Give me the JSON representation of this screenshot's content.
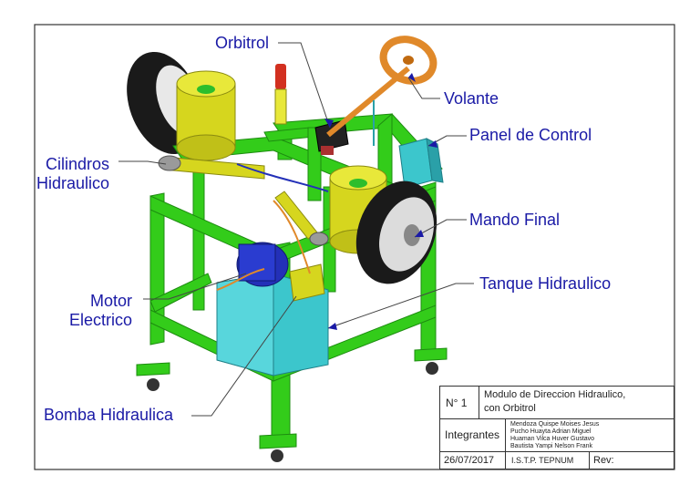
{
  "labels": {
    "orbitrol": "Orbitrol",
    "volante": "Volante",
    "panel_control": "Panel de Control",
    "cilindros_line1": "Cilindros",
    "cilindros_line2": "Hidraulico",
    "mando_final": "Mando Final",
    "tanque": "Tanque Hidraulico",
    "motor_line1": "Motor",
    "motor_line2": "Electrico",
    "bomba": "Bomba Hidraulica"
  },
  "title_block": {
    "number_label": "N° 1",
    "title_line1": "Modulo de Direccion Hidraulico,",
    "title_line2": "con Orbitrol",
    "integrantes_label": "Integrantes",
    "members": [
      "Mendoza Quispe Moises Jesus",
      "Pucho Huayta Adrian Miguel",
      "Huaman Vilca Huver Gustavo",
      "Bautista Yampi Nelson Frank"
    ],
    "date": "26/07/2017",
    "institution": "I.S.T.P. TEPNUM",
    "rev_label": "Rev:"
  },
  "colors": {
    "frame_green": "#33cc1a",
    "cylinder_yellow": "#d6d61e",
    "tank_cyan": "#3cc6cc",
    "motor_blue": "#2330b8",
    "wheel_black": "#1a1a1a",
    "wheel_orange": "#e0892a",
    "label_blue": "#1a1aa6"
  }
}
